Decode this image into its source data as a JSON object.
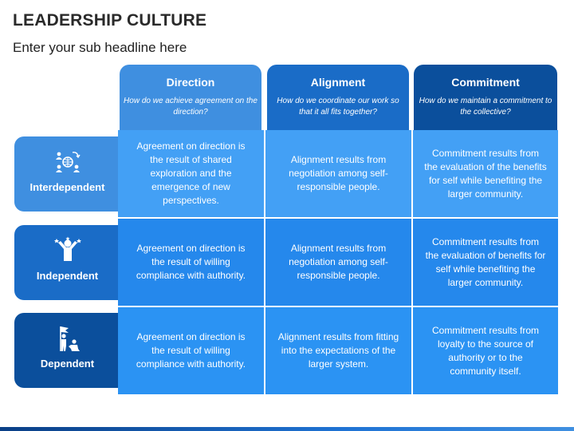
{
  "page": {
    "title": "LEADERSHIP CULTURE",
    "subtitle": "Enter your sub headline here"
  },
  "columns": [
    {
      "title": "Direction",
      "question": "How do we achieve agreement on the direction?"
    },
    {
      "title": "Alignment",
      "question": "How do we coordinate our work so that it all fits together?"
    },
    {
      "title": "Commitment",
      "question": "How do we maintain a commitment to the collective?"
    }
  ],
  "rows": [
    {
      "label": "Interdependent",
      "icon": "network-people-icon"
    },
    {
      "label": "Independent",
      "icon": "person-raised-arms-icon"
    },
    {
      "label": "Dependent",
      "icon": "flag-follower-icon"
    }
  ],
  "cells": [
    [
      "Agreement on direction is the result of shared exploration and the emergence of new perspectives.",
      "Alignment results from negotiation among self-responsible people.",
      "Commitment results from the evaluation of the benefits for self while benefiting the larger community."
    ],
    [
      "Agreement on direction is the result of willing compliance with authority.",
      "Alignment results from negotiation among self-responsible people.",
      "Commitment results from the evaluation of benefits for self while benefiting the larger community."
    ],
    [
      "Agreement on direction is the result of willing compliance with authority.",
      "Alignment results from fitting into the expectations of the larger system.",
      "Commitment results from loyalty to the source of authority or to the community itself."
    ]
  ],
  "colors": {
    "light_blue": "#3f8fe0",
    "mid_blue": "#1a6cc7",
    "dark_blue": "#0b4f9c"
  }
}
